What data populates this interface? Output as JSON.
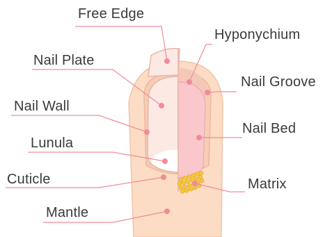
{
  "labels": {
    "free_edge": "Free Edge",
    "nail_plate": "Nail Plate",
    "nail_wall": "Nail Wall",
    "lunula": "Lunula",
    "cuticle": "Cuticle",
    "mantle": "Mantle",
    "hyponychium": "Hyponychium",
    "nail_groove": "Nail Groove",
    "nail_bed": "Nail Bed",
    "matrix": "Matrix"
  },
  "colors": {
    "skin": "#FCDCC4",
    "skin_outline": "#F2C4A6",
    "nail_plate": "#FCE9E3",
    "nail_bed": "#F9C7CC",
    "hyponychium": "#F3C8B8",
    "lunula": "#FFFFFF",
    "matrix": "#F4C542",
    "leader_line": "#F08C98",
    "text": "#3A3A3A"
  }
}
